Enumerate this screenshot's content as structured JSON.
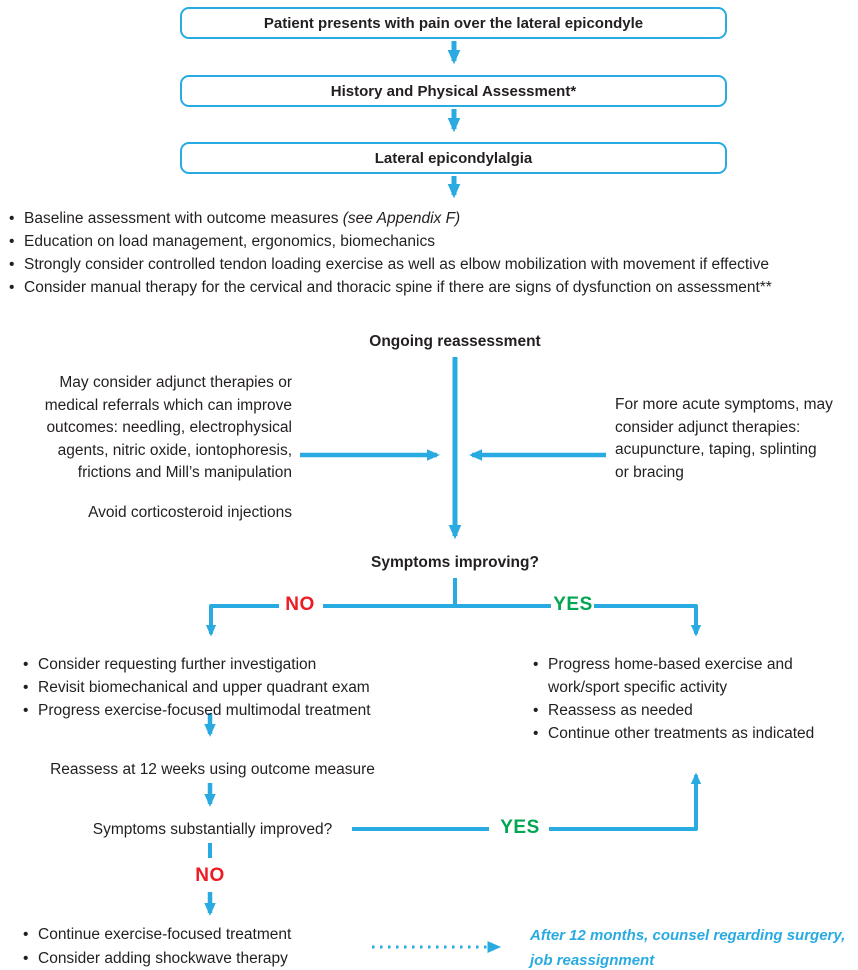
{
  "colors": {
    "arrow": "#29abe2",
    "box_border": "#29abe2",
    "text": "#231f20",
    "no_red": "#ed1c24",
    "yes_green": "#00a651",
    "surgery_note_cyan": "#29abe2"
  },
  "top_boxes": [
    "Patient presents with pain over the lateral epicondyle",
    "History and Physical Assessment*",
    "Lateral epicondylalgia"
  ],
  "initial_bullets": [
    {
      "text": "Baseline assessment with outcome measures ",
      "italic": "(see Appendix F)"
    },
    {
      "text": "Education on load management, ergonomics, biomechanics",
      "italic": ""
    },
    {
      "text": "Strongly consider controlled tendon loading exercise as well as elbow mobilization with movement if effective",
      "italic": ""
    },
    {
      "text": "Consider manual therapy for the cervical and thoracic spine if there are signs of dysfunction on assessment**",
      "italic": ""
    }
  ],
  "middle": {
    "ongoing_title": "Ongoing reassessment",
    "left_note": "May consider adjunct therapies or\nmedical referrals which can improve\noutcomes: needling, electrophysical\nagents, nitric oxide, iontophoresis,\nfrictions and Mill’s manipulation",
    "avoid_note": "Avoid corticosteroid injections",
    "right_note": "For more acute symptoms, may\nconsider adjunct therapies:\nacupuncture, taping, splinting\nor bracing"
  },
  "decision1": {
    "question": "Symptoms improving?",
    "no": "NO",
    "yes": "YES"
  },
  "no_branch": {
    "bullets": [
      "Consider requesting further investigation",
      "Revisit biomechanical and upper quadrant exam",
      "Progress exercise-focused multimodal treatment"
    ],
    "reassess": "Reassess at 12 weeks using outcome measure"
  },
  "yes_branch": {
    "bullets": [
      "Progress home-based exercise and\nwork/sport specific activity",
      "Reassess as needed",
      "Continue other treatments as indicated"
    ]
  },
  "decision2": {
    "question": "Symptoms substantially improved?",
    "yes": "YES",
    "no": "NO"
  },
  "final_branch": {
    "bullets": [
      "Continue exercise-focused treatment",
      "Consider adding shockwave therapy"
    ],
    "surgery_note": "After 12 months, counsel regarding surgery,\njob reassignment"
  }
}
